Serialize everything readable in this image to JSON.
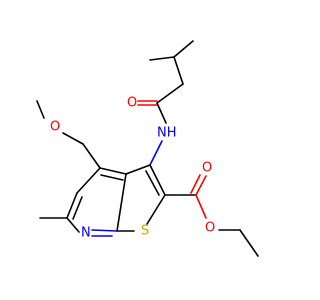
{
  "diagram": {
    "type": "chemical-structure",
    "atom_labels": {
      "methoxy_o": "O",
      "amide_o": "O",
      "amide_nh": "NH",
      "ring_n": "N",
      "ring_s": "S",
      "ester_carbonyl_o": "O",
      "ester_ether_o": "O"
    },
    "colors": {
      "carbon_bond": "#000000",
      "oxygen": "#ff0000",
      "nitrogen": "#0000ff",
      "sulfur": "#ccaa00"
    }
  }
}
